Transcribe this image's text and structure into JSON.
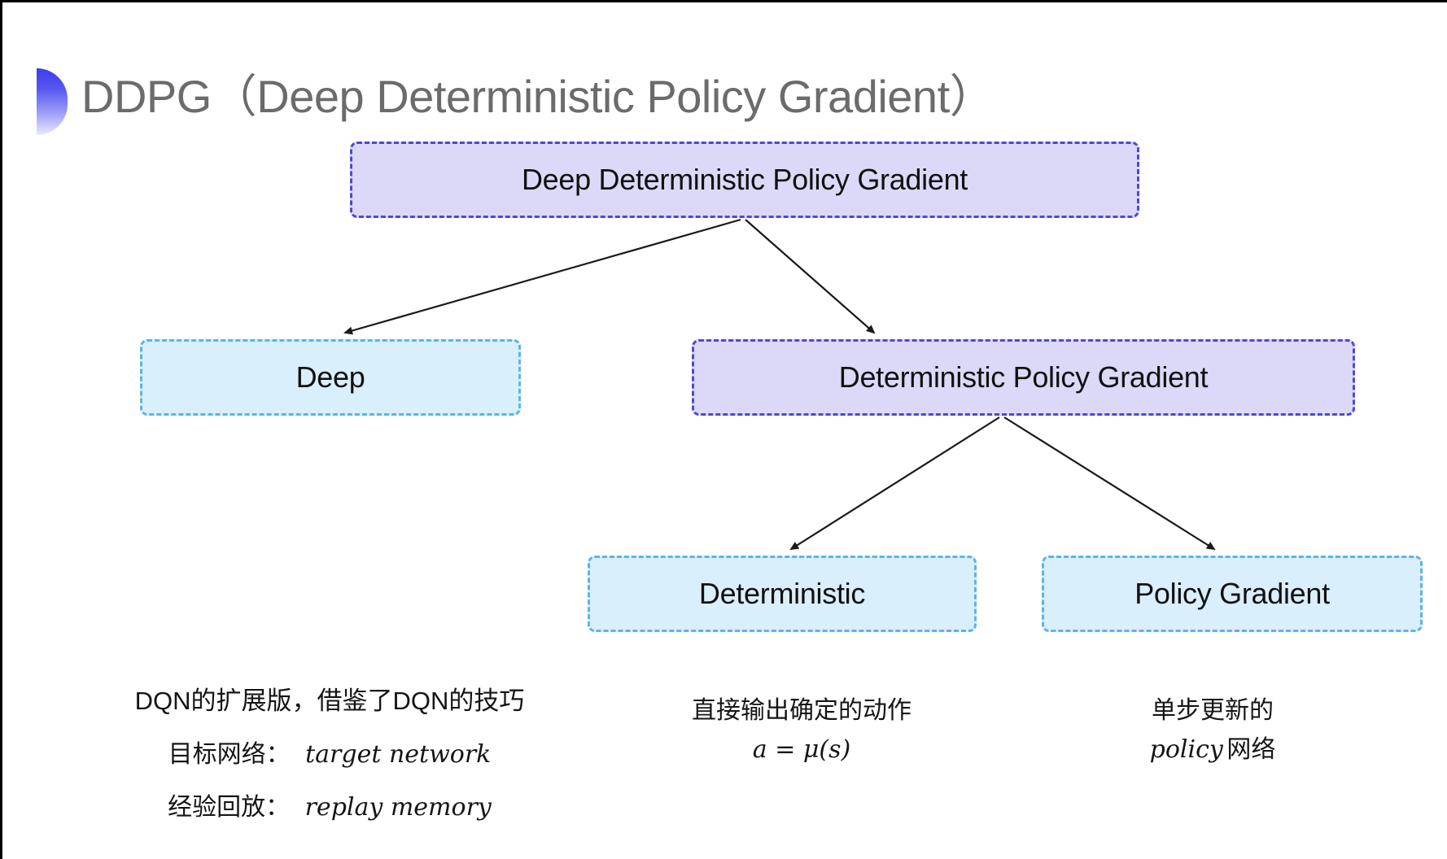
{
  "header": {
    "title": "DDPG（Deep Deterministic Policy Gradient）"
  },
  "tree": {
    "root": {
      "label": "Deep Deterministic Policy Gradient"
    },
    "children": [
      {
        "label": "Deep"
      },
      {
        "label": "Deterministic Policy Gradient"
      }
    ],
    "grandchildren": [
      {
        "label": "Deterministic"
      },
      {
        "label": "Policy Gradient"
      }
    ]
  },
  "annotations": {
    "deep_notes": {
      "line1": "DQN的扩展版，借鉴了DQN的技巧",
      "target_label": "目标网络：",
      "target_value": "target network",
      "replay_label": "经验回放：",
      "replay_value": "replay memory"
    },
    "deterministic_notes": {
      "line1": "直接输出确定的动作",
      "formula": "a = μ(s)"
    },
    "policy_gradient_notes": {
      "line1": "单步更新的",
      "line2_italic": "policy",
      "line2_rest": " 网络"
    }
  },
  "colors": {
    "purple_fill": "#dcd9f8",
    "purple_border": "#4b49d8",
    "cyan_fill": "#d9effb",
    "cyan_border": "#5cb5e7",
    "title_text": "#6b6b6b",
    "node_text": "#111111",
    "arrow": "#1a1a1a",
    "bullet_top": "#3d3cee",
    "bullet_bottom": "#e8e8fd"
  }
}
